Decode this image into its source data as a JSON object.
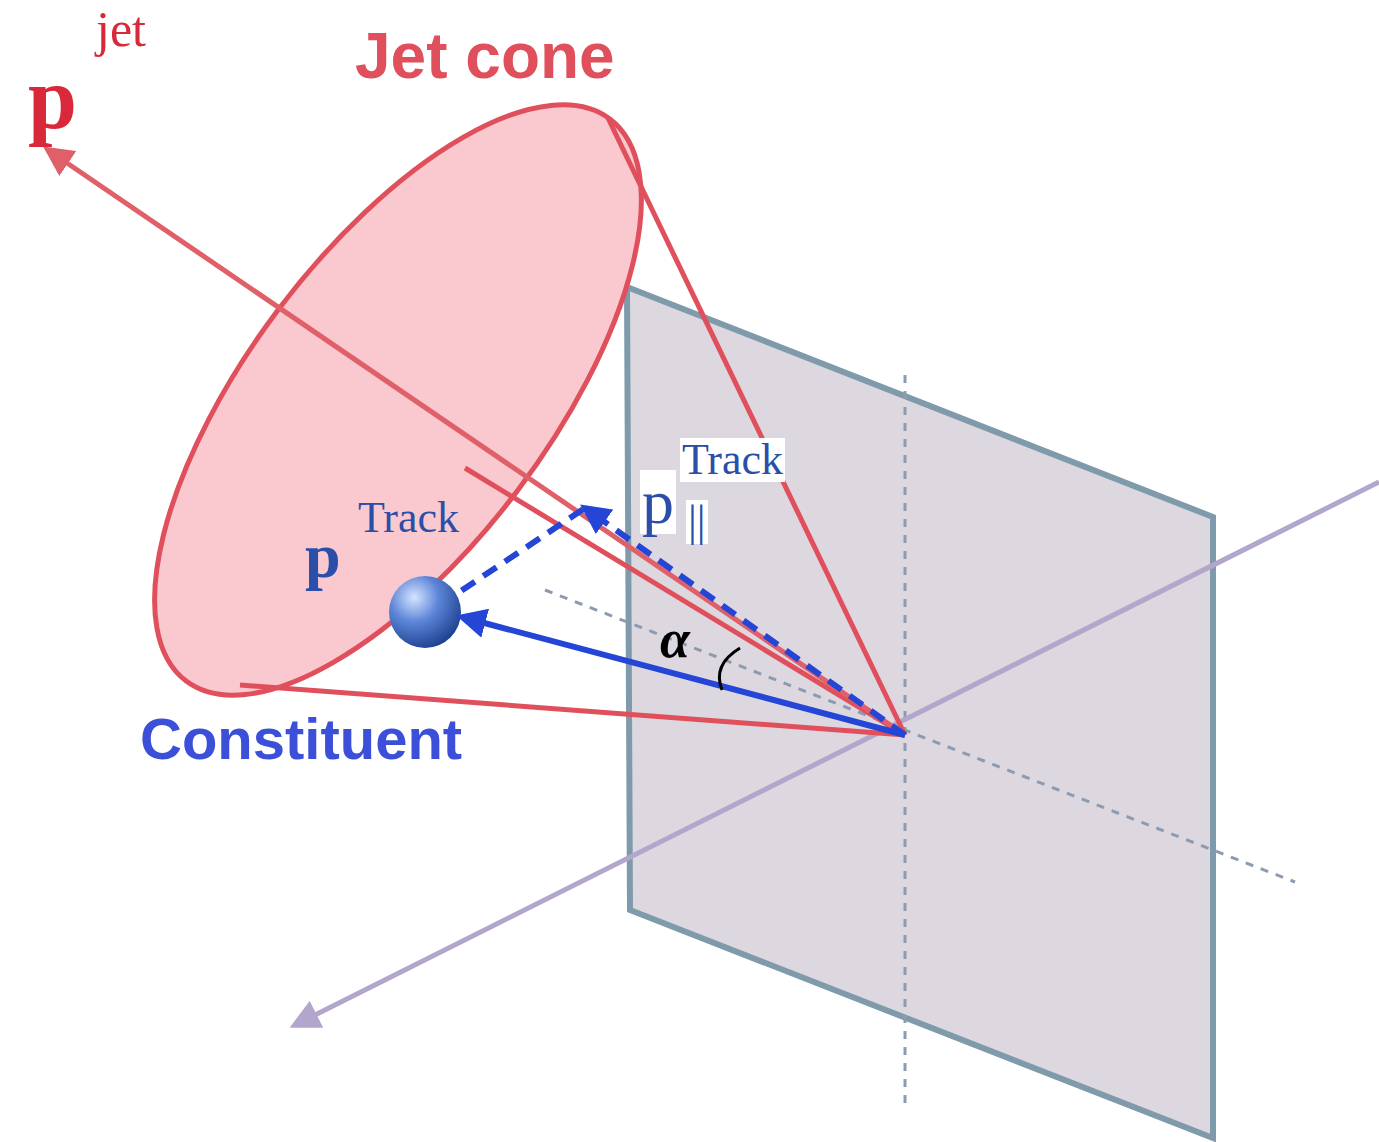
{
  "diagram": {
    "labels": [
      "p",
      "jet",
      "Jet cone",
      "p",
      "Track",
      "p",
      "Track",
      "||",
      "α",
      "Constituent"
    ]
  }
}
